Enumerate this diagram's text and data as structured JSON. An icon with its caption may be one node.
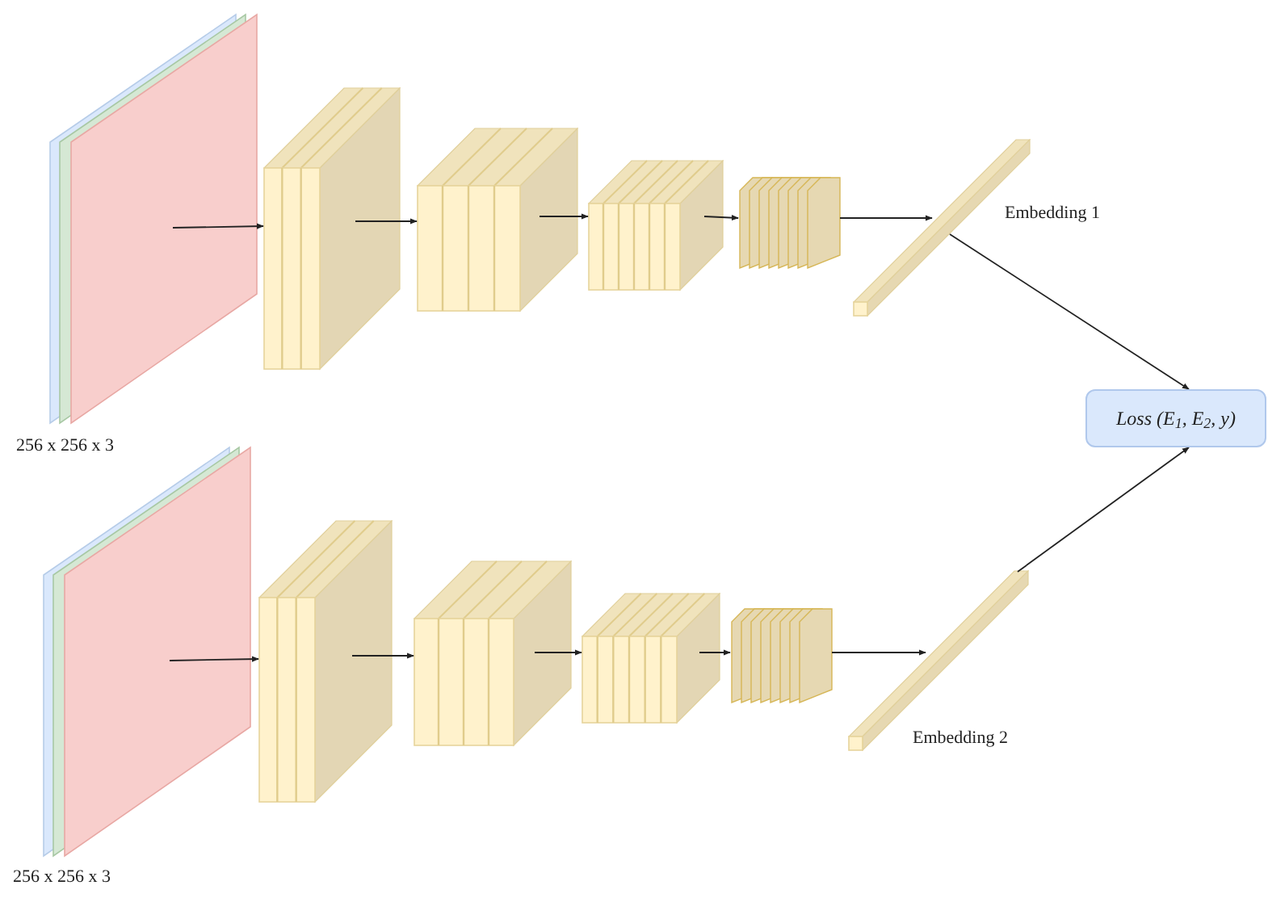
{
  "diagram": {
    "nodes": [
      {
        "text": [],
        "shape": "layers"
      },
      {
        "text": [],
        "shape": "box"
      },
      {
        "text": [],
        "shape": "box"
      },
      {
        "text": [],
        "shape": "box"
      },
      {
        "text": [],
        "shape": "box"
      },
      {
        "text": [],
        "shape": "bar",
        "beside": [
          "Embedding 1"
        ]
      },
      {
        "text": [
          "Loss (E$_{1}$, E$_{2}$, y)"
        ]
      },
      {
        "text": [],
        "shape": "layers"
      },
      {
        "text": [],
        "shape": "box"
      },
      {
        "text": [],
        "shape": "box"
      },
      {
        "text": [],
        "shape": "box"
      },
      {
        "text": [],
        "shape": "box"
      },
      {
        "text": [],
        "shape": "bar",
        "beside": [
          "Embedding 2"
        ]
      }
    ],
    "edges": [
      {
        "from": 0,
        "to": 1,
        "arrow": "to"
      },
      {
        "from": 1,
        "to": 2,
        "arrow": "to"
      },
      {
        "from": 2,
        "to": 3,
        "arrow": "to"
      },
      {
        "from": 3,
        "to": 4,
        "arrow": "to"
      },
      {
        "from": 4,
        "to": 5,
        "arrow": "to"
      },
      {
        "from": 5,
        "to": 6,
        "arrow": "to"
      },
      {
        "from": 7,
        "to": 8,
        "arrow": "to"
      },
      {
        "from": 8,
        "to": 9,
        "arrow": "to"
      },
      {
        "from": 9,
        "to": 10,
        "arrow": "to"
      },
      {
        "from": 10,
        "to": 11,
        "arrow": "to"
      },
      {
        "from": 11,
        "to": 12,
        "arrow": "to"
      },
      {
        "from": 12,
        "to": 6,
        "arrow": "to"
      }
    ],
    "labels": [
      "256 x 256 x 3",
      "256 x 256 x 3"
    ]
  }
}
